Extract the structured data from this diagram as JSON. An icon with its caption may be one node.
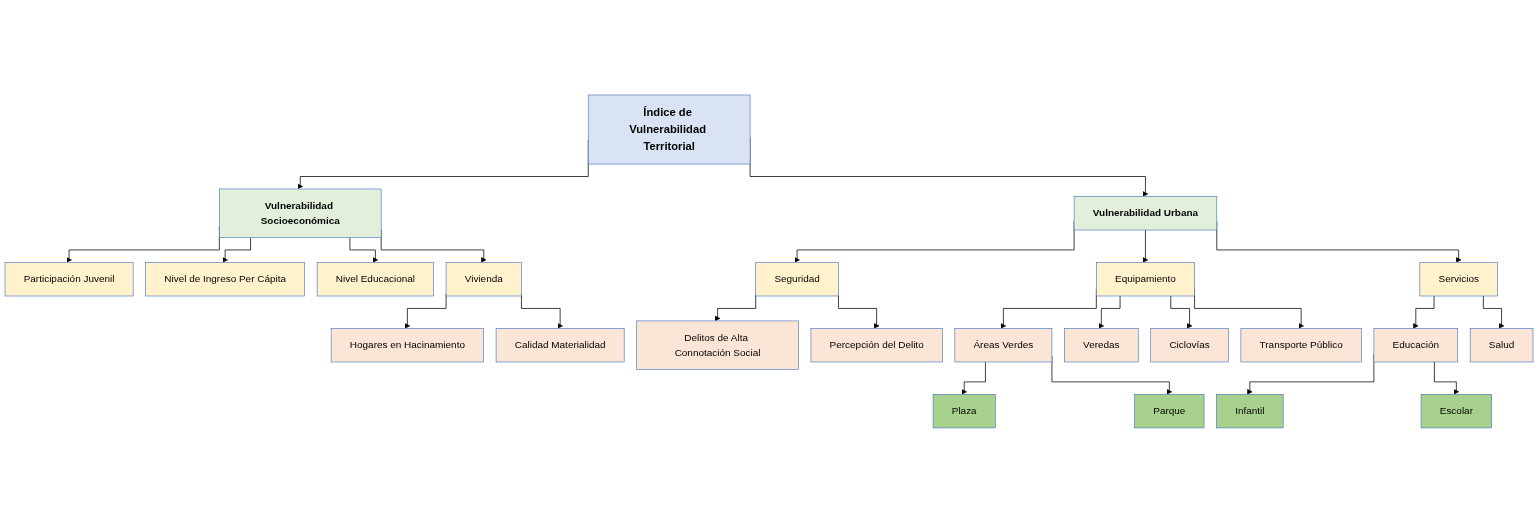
{
  "diagram": {
    "nodes": [
      {
        "text": [
          "Índice de Vulnerabilidad Territorial"
        ]
      },
      {
        "text": [
          "Vulnerabilidad Socioeconómica"
        ]
      },
      {
        "text": [
          "Vulnerabilidad Urbana"
        ]
      },
      {
        "text": [
          "Participación Juvenil"
        ]
      },
      {
        "text": [
          "Nivel de Ingreso Per Cápita"
        ]
      },
      {
        "text": [
          "Nivel Educacional"
        ]
      },
      {
        "text": [
          "Vivienda"
        ]
      },
      {
        "text": [
          "Hogares en Hacinamiento"
        ]
      },
      {
        "text": [
          "Calidad Materialidad"
        ]
      },
      {
        "text": [
          "Seguridad"
        ]
      },
      {
        "text": [
          "Equipamiento"
        ]
      },
      {
        "text": [
          "Servicios"
        ]
      },
      {
        "text": [
          "Delitos de Alta Connotación Social"
        ]
      },
      {
        "text": [
          "Percepción del Delito"
        ]
      },
      {
        "text": [
          "Áreas Verdes"
        ]
      },
      {
        "text": [
          "Veredas"
        ]
      },
      {
        "text": [
          "Ciclovías"
        ]
      },
      {
        "text": [
          "Transporte Público"
        ]
      },
      {
        "text": [
          "Educación"
        ]
      },
      {
        "text": [
          "Salud"
        ]
      },
      {
        "text": [
          "Plaza"
        ]
      },
      {
        "text": [
          "Parque"
        ]
      },
      {
        "text": [
          "Infantil"
        ]
      },
      {
        "text": [
          "Escolar"
        ]
      }
    ],
    "edges": [
      {
        "from": 0,
        "to": 1,
        "arrow": "to"
      },
      {
        "from": 0,
        "to": 2,
        "arrow": "to"
      },
      {
        "from": 1,
        "to": 3,
        "arrow": "to"
      },
      {
        "from": 1,
        "to": 4,
        "arrow": "to"
      },
      {
        "from": 1,
        "to": 5,
        "arrow": "to"
      },
      {
        "from": 1,
        "to": 6,
        "arrow": "to"
      },
      {
        "from": 6,
        "to": 7,
        "arrow": "to"
      },
      {
        "from": 6,
        "to": 8,
        "arrow": "to"
      },
      {
        "from": 2,
        "to": 9,
        "arrow": "to"
      },
      {
        "from": 2,
        "to": 10,
        "arrow": "to"
      },
      {
        "from": 2,
        "to": 11,
        "arrow": "to"
      },
      {
        "from": 9,
        "to": 12,
        "arrow": "to"
      },
      {
        "from": 9,
        "to": 13,
        "arrow": "to"
      },
      {
        "from": 10,
        "to": 14,
        "arrow": "to"
      },
      {
        "from": 10,
        "to": 15,
        "arrow": "to"
      },
      {
        "from": 10,
        "to": 16,
        "arrow": "to"
      },
      {
        "from": 10,
        "to": 17,
        "arrow": "to"
      },
      {
        "from": 14,
        "to": 20,
        "arrow": "to"
      },
      {
        "from": 14,
        "to": 21,
        "arrow": "to"
      },
      {
        "from": 11,
        "to": 18,
        "arrow": "to"
      },
      {
        "from": 11,
        "to": 19,
        "arrow": "to"
      },
      {
        "from": 18,
        "to": 22,
        "arrow": "to"
      },
      {
        "from": 18,
        "to": 23,
        "arrow": "to"
      }
    ]
  }
}
